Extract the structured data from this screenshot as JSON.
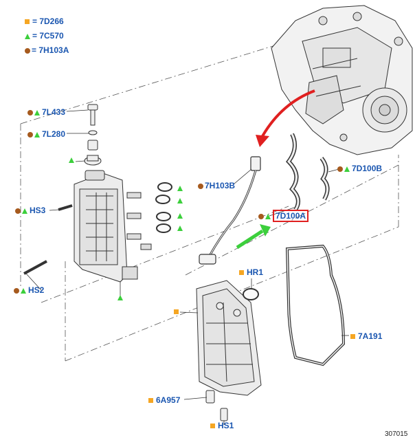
{
  "legend": [
    {
      "marker": "square",
      "text": "= 7D266"
    },
    {
      "marker": "triangle",
      "text": "= 7C570"
    },
    {
      "marker": "circle",
      "text": "= 7H103A"
    }
  ],
  "labels": {
    "l_7L433": "7L433",
    "l_7L280": "7L280",
    "l_HS3": "HS3",
    "l_HS2": "HS2",
    "l_7H103B": "7H103B",
    "l_7D100A": "7D100A",
    "l_7D100B": "7D100B",
    "l_HR1": "HR1",
    "l_7A191": "7A191",
    "l_6A957": "6A957",
    "l_HS1": "HS1"
  },
  "figure_number": "307015",
  "colors": {
    "label": "#1a56b0",
    "square": "#f5a623",
    "triangle": "#3ccf3c",
    "circle": "#a65a1e",
    "red_arrow": "#e02020",
    "green_arrow": "#3ccf3c",
    "line": "#333333"
  }
}
